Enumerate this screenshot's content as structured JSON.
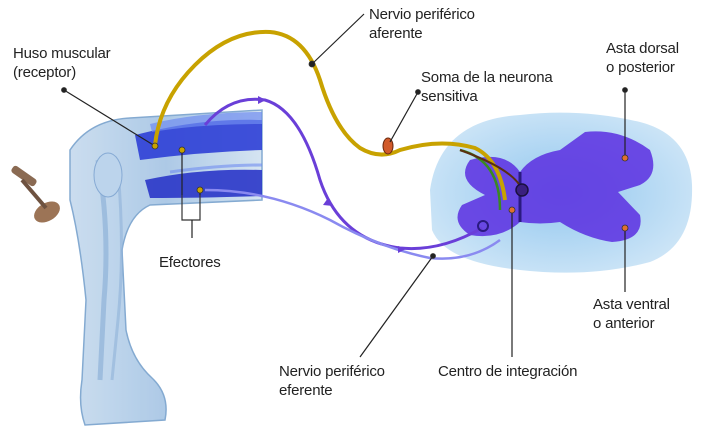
{
  "labels": {
    "huso_line1": "Huso muscular",
    "huso_line2": "(receptor)",
    "aferente_line1": "Nervio periférico",
    "aferente_line2": "aferente",
    "soma_line1": "Soma de la neurona",
    "soma_line2": "sensitiva",
    "dorsal_line1": "Asta dorsal",
    "dorsal_line2": "o posterior",
    "efectores": "Efectores",
    "ventral_line1": "Asta ventral",
    "ventral_line2": "o anterior",
    "eferente_line1": "Nervio periférico",
    "eferente_line2": "eferente",
    "centro": "Centro de integración"
  },
  "colors": {
    "afferent_nerve": "#c8a200",
    "efferent_nerve": "#6a3fd8",
    "efferent_nerve_light": "#8a8af0",
    "muscle": "#2e3fd6",
    "spinal_cord_outer": "#9fd0f2",
    "grey_matter": "#5a2ee0",
    "leg": "#a8c6e4"
  }
}
